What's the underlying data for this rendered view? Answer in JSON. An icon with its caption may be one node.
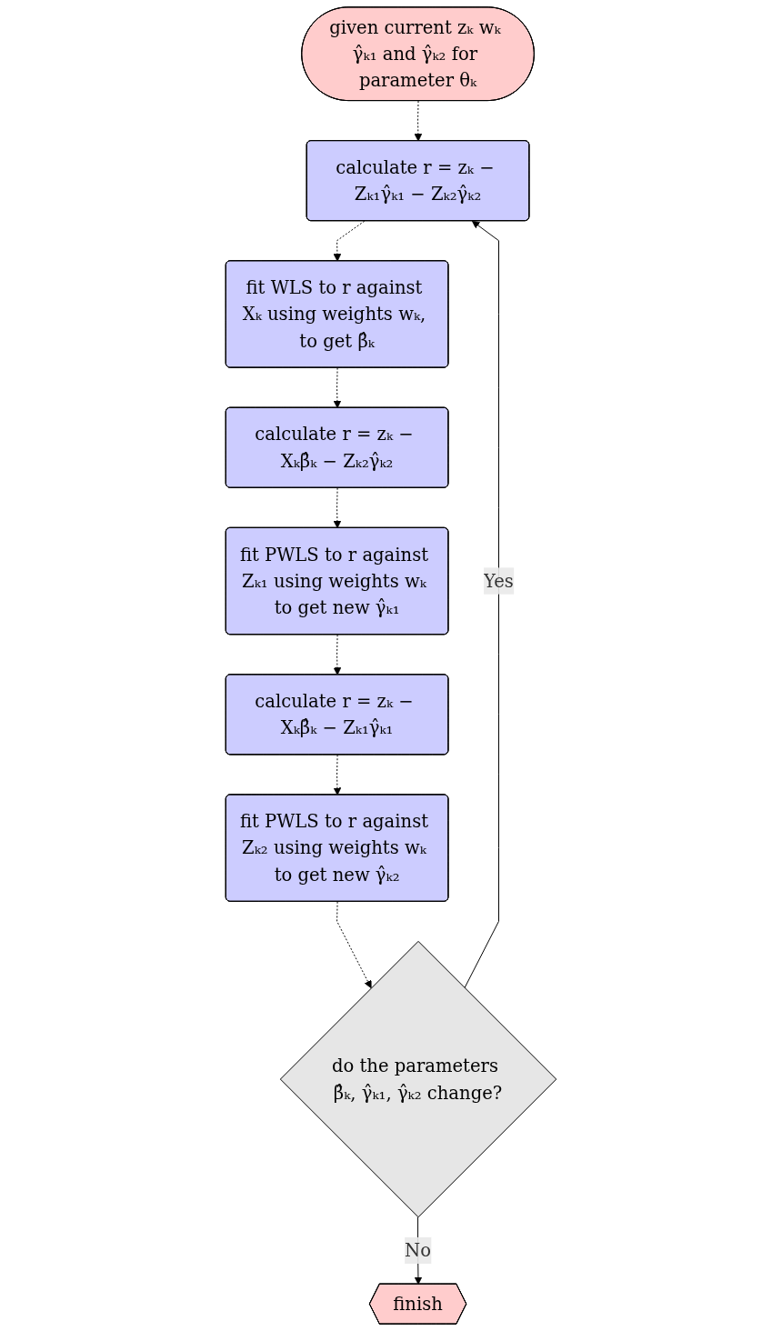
{
  "diagram": {
    "nodes": [
      {
        "text": [
          "given current zₖ wₖ γ̂ₖ₁ and γ̂ₖ₂ for parameter θₖ"
        ]
      },
      {
        "text": [
          "calculate r = zₖ − Zₖ₁γ̂ₖ₁ − Zₖ₂γ̂ₖ₂"
        ]
      },
      {
        "text": [
          "fit WLS to r against Xₖ using weights wₖ, to get β̂ₖ"
        ]
      },
      {
        "text": [
          "calculate r = zₖ − Xₖβ̂ₖ − Zₖ₂γ̂ₖ₂"
        ]
      },
      {
        "text": [
          "fit PWLS to r against Zₖ₁ using weights wₖ to get new γ̂ₖ₁"
        ]
      },
      {
        "text": [
          "calculate r = zₖ − Xₖβ̂ₖ − Zₖ₁γ̂ₖ₁"
        ]
      },
      {
        "text": [
          "fit PWLS to r against Zₖ₂ using weights wₖ to get new γ̂ₖ₂"
        ]
      },
      {
        "text": [
          "do the parameters β̂ₖ, γ̂ₖ₁, γ̂ₖ₂ change?"
        ]
      },
      {
        "text": [
          "finish"
        ]
      }
    ],
    "edges": [
      {
        "from": 0,
        "to": 1,
        "arrow": "to",
        "style": "dashed"
      },
      {
        "from": 1,
        "to": 2,
        "arrow": "to",
        "style": "dashed"
      },
      {
        "from": 2,
        "to": 3,
        "arrow": "to",
        "style": "dashed"
      },
      {
        "from": 3,
        "to": 4,
        "arrow": "to",
        "style": "dashed"
      },
      {
        "from": 4,
        "to": 5,
        "arrow": "to",
        "style": "dashed"
      },
      {
        "from": 5,
        "to": 6,
        "arrow": "to",
        "style": "dashed"
      },
      {
        "from": 6,
        "to": 7,
        "arrow": "to",
        "style": "dashed"
      },
      {
        "from": 7,
        "to": 1,
        "arrow": "to",
        "label": "Yes"
      },
      {
        "from": 7,
        "to": 8,
        "arrow": "to",
        "label": "No"
      }
    ]
  }
}
